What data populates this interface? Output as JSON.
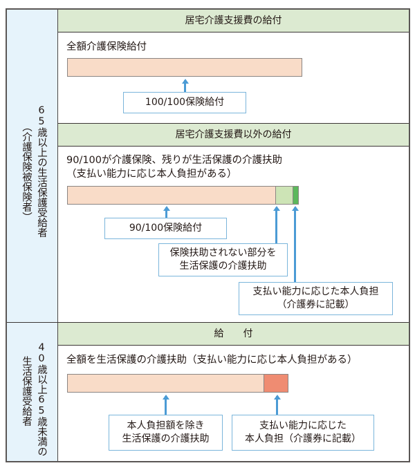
{
  "left_labels": {
    "group1": {
      "line1": "65歳以上の生活保護受給者",
      "line2": "（介護保険被保険者）"
    },
    "group2": {
      "line1": "40歳以上65歳未満の",
      "line2": "生活保護受給者"
    }
  },
  "section1": {
    "header": "居宅介護支援費の給付",
    "description": "全額介護保険給付",
    "bar_segments": [
      {
        "label": "100/100保険給付",
        "share": 1.0,
        "color": "#f9dcc8"
      }
    ],
    "callout": "100/100保険給付"
  },
  "section2": {
    "header": "居宅介護支援費以外の給付",
    "description_line1": "90/100が介護保険、残りが生活保護の介護扶助",
    "description_line2": "（支払い能力に応じ本人負担がある）",
    "bar_segments": [
      {
        "label": "90/100保険給付",
        "share": 0.9,
        "color": "#f9dcc8"
      },
      {
        "label": "保険扶助されない部分を生活保護の介護扶助",
        "share": 0.075,
        "color": "#cde4b6"
      },
      {
        "label": "支払い能力に応じた本人負担",
        "share": 0.025,
        "color": "#5cb85c"
      }
    ],
    "callouts": [
      {
        "lines": [
          "90/100保険給付"
        ]
      },
      {
        "lines": [
          "保険扶助されない部分を",
          "生活保護の介護扶助"
        ]
      },
      {
        "lines": [
          "支払い能力に応じた本人負担",
          "（介護券に記載）"
        ]
      }
    ]
  },
  "section3": {
    "header": "給　　付",
    "description": "全額を生活保護の介護扶助（支払い能力に応じ本人負担がある）",
    "bar_segments": [
      {
        "label": "本人負担額を除き生活保護の介護扶助",
        "share": 0.89,
        "color": "#f9dcc8"
      },
      {
        "label": "支払い能力に応じた本人負担",
        "share": 0.11,
        "color": "#ef8c72"
      }
    ],
    "callouts": [
      {
        "lines": [
          "本人負担額を除き",
          "生活保護の介護扶助"
        ]
      },
      {
        "lines": [
          "支払い能力に応じた",
          "本人負担（介護券に記載）"
        ]
      }
    ]
  },
  "colors": {
    "left_column_bg": "#e6f3fb",
    "header_bg": "#dcead1",
    "arrow": "#4b9bd5",
    "callout_border": "#7ab5db"
  }
}
